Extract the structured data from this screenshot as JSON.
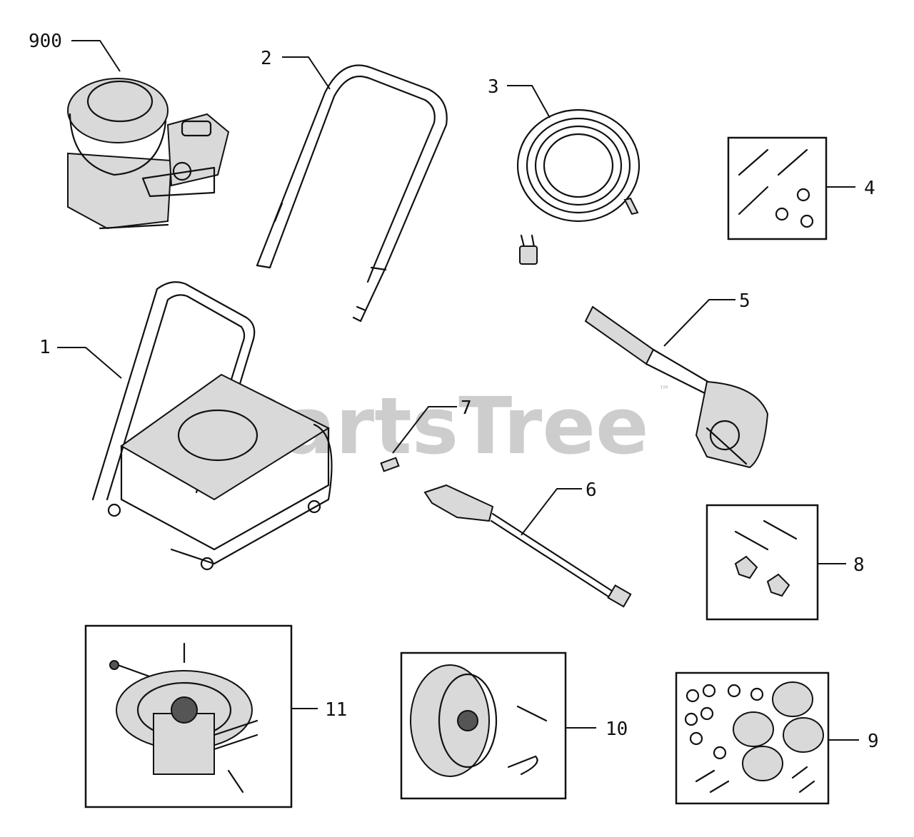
{
  "watermark": {
    "text": "PartsTree",
    "mark": "™"
  },
  "callouts": {
    "c900": "900",
    "c1": "1",
    "c2": "2",
    "c3": "3",
    "c4": "4",
    "c5": "5",
    "c6": "6",
    "c7": "7",
    "c8": "8",
    "c9": "9",
    "c10": "10",
    "c11": "11"
  }
}
